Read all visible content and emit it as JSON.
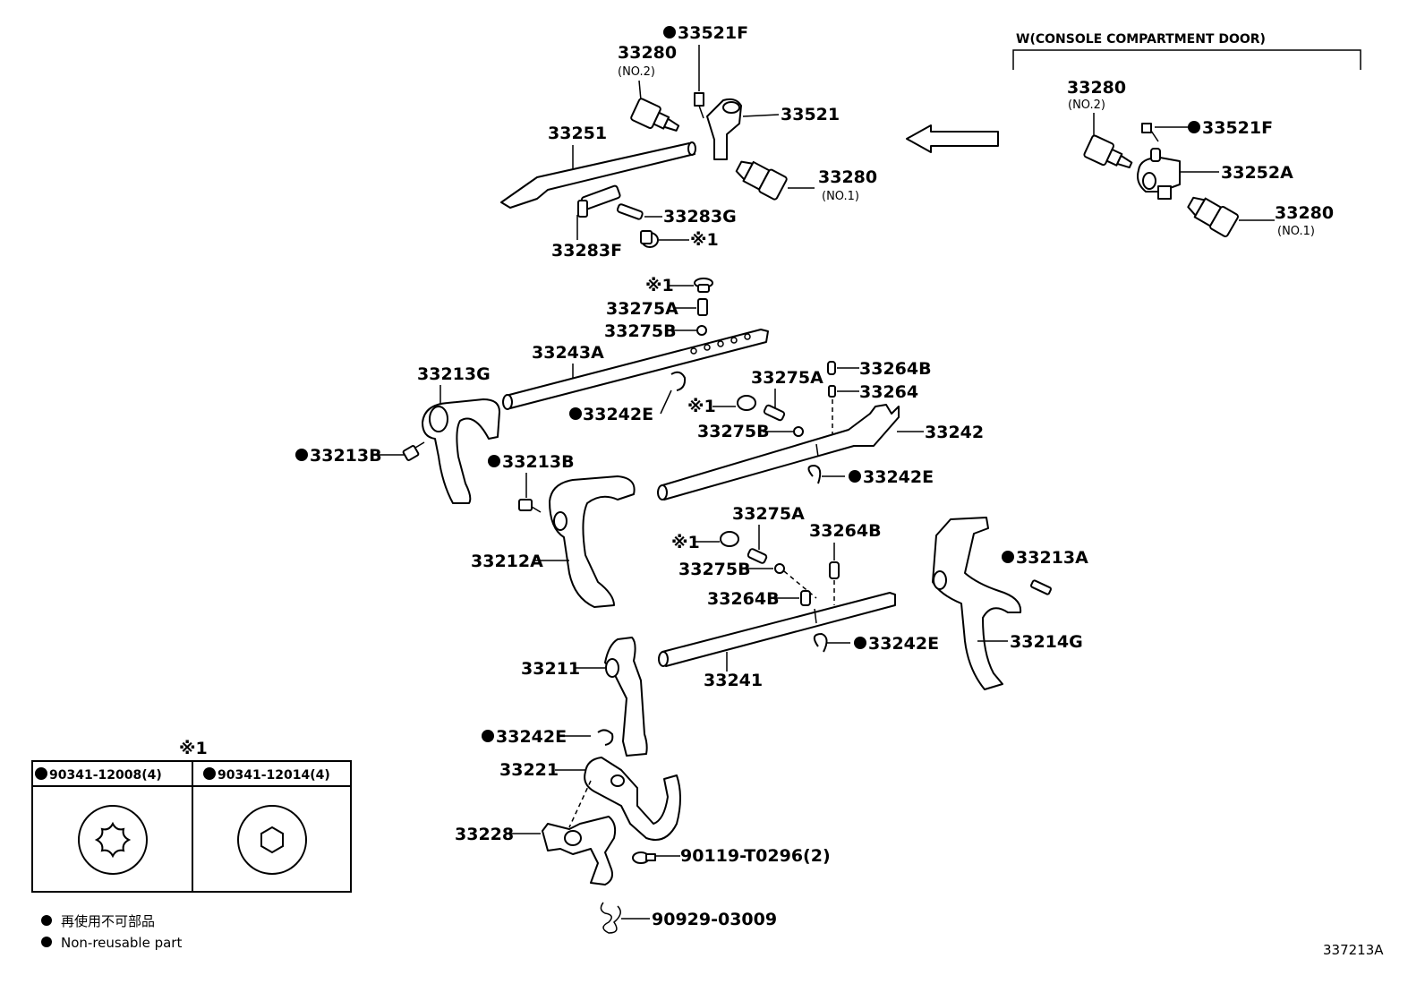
{
  "variant_box": {
    "title": "W(CONSOLE COMPARTMENT DOOR)"
  },
  "labels": {
    "p33521F_top": "33521F",
    "p33280_no2_top": "33280",
    "p33280_no2_top_sub": "(NO.2)",
    "p33521": "33521",
    "p33251": "33251",
    "p33280_no1_top": "33280",
    "p33280_no1_top_sub": "(NO.1)",
    "p33283G": "33283G",
    "p33283F": "33283F",
    "ref1_a": "※1",
    "v33280_no2": "33280",
    "v33280_no2_sub": "(NO.2)",
    "v33521F": "33521F",
    "v33252A": "33252A",
    "v33280_no1": "33280",
    "v33280_no1_sub": "(NO.1)",
    "ref1_b": "※1",
    "p33275A_1": "33275A",
    "p33275B_1": "33275B",
    "p33243A": "33243A",
    "p33213G": "33213G",
    "p33264B_1": "33264B",
    "p33264": "33264",
    "p33275A_2": "33275A",
    "ref1_c": "※1",
    "p33242E_1": "33242E",
    "p33275B_2": "33275B",
    "p33242": "33242",
    "p33213B_1": "33213B",
    "p33213B_2": "33213B",
    "p33242E_2": "33242E",
    "p33275A_3": "33275A",
    "p33264B_2": "33264B",
    "ref1_d": "※1",
    "p33275B_3": "33275B",
    "p33212A": "33212A",
    "p33213A": "33213A",
    "p33264B_3": "33264B",
    "p33242E_3": "33242E",
    "p33214G": "33214G",
    "p33211": "33211",
    "p33241": "33241",
    "p33242E_4": "33242E",
    "p33221": "33221",
    "p33228": "33228",
    "p90119": "90119-T0296(2)",
    "p90929": "90929-03009",
    "diagram_id": "337213A"
  },
  "ref_table": {
    "marker": "※1",
    "col1": "90341-12008(4)",
    "col2": "90341-12014(4)"
  },
  "legend": {
    "jp": "再使用不可部品",
    "en": "Non-reusable part"
  }
}
